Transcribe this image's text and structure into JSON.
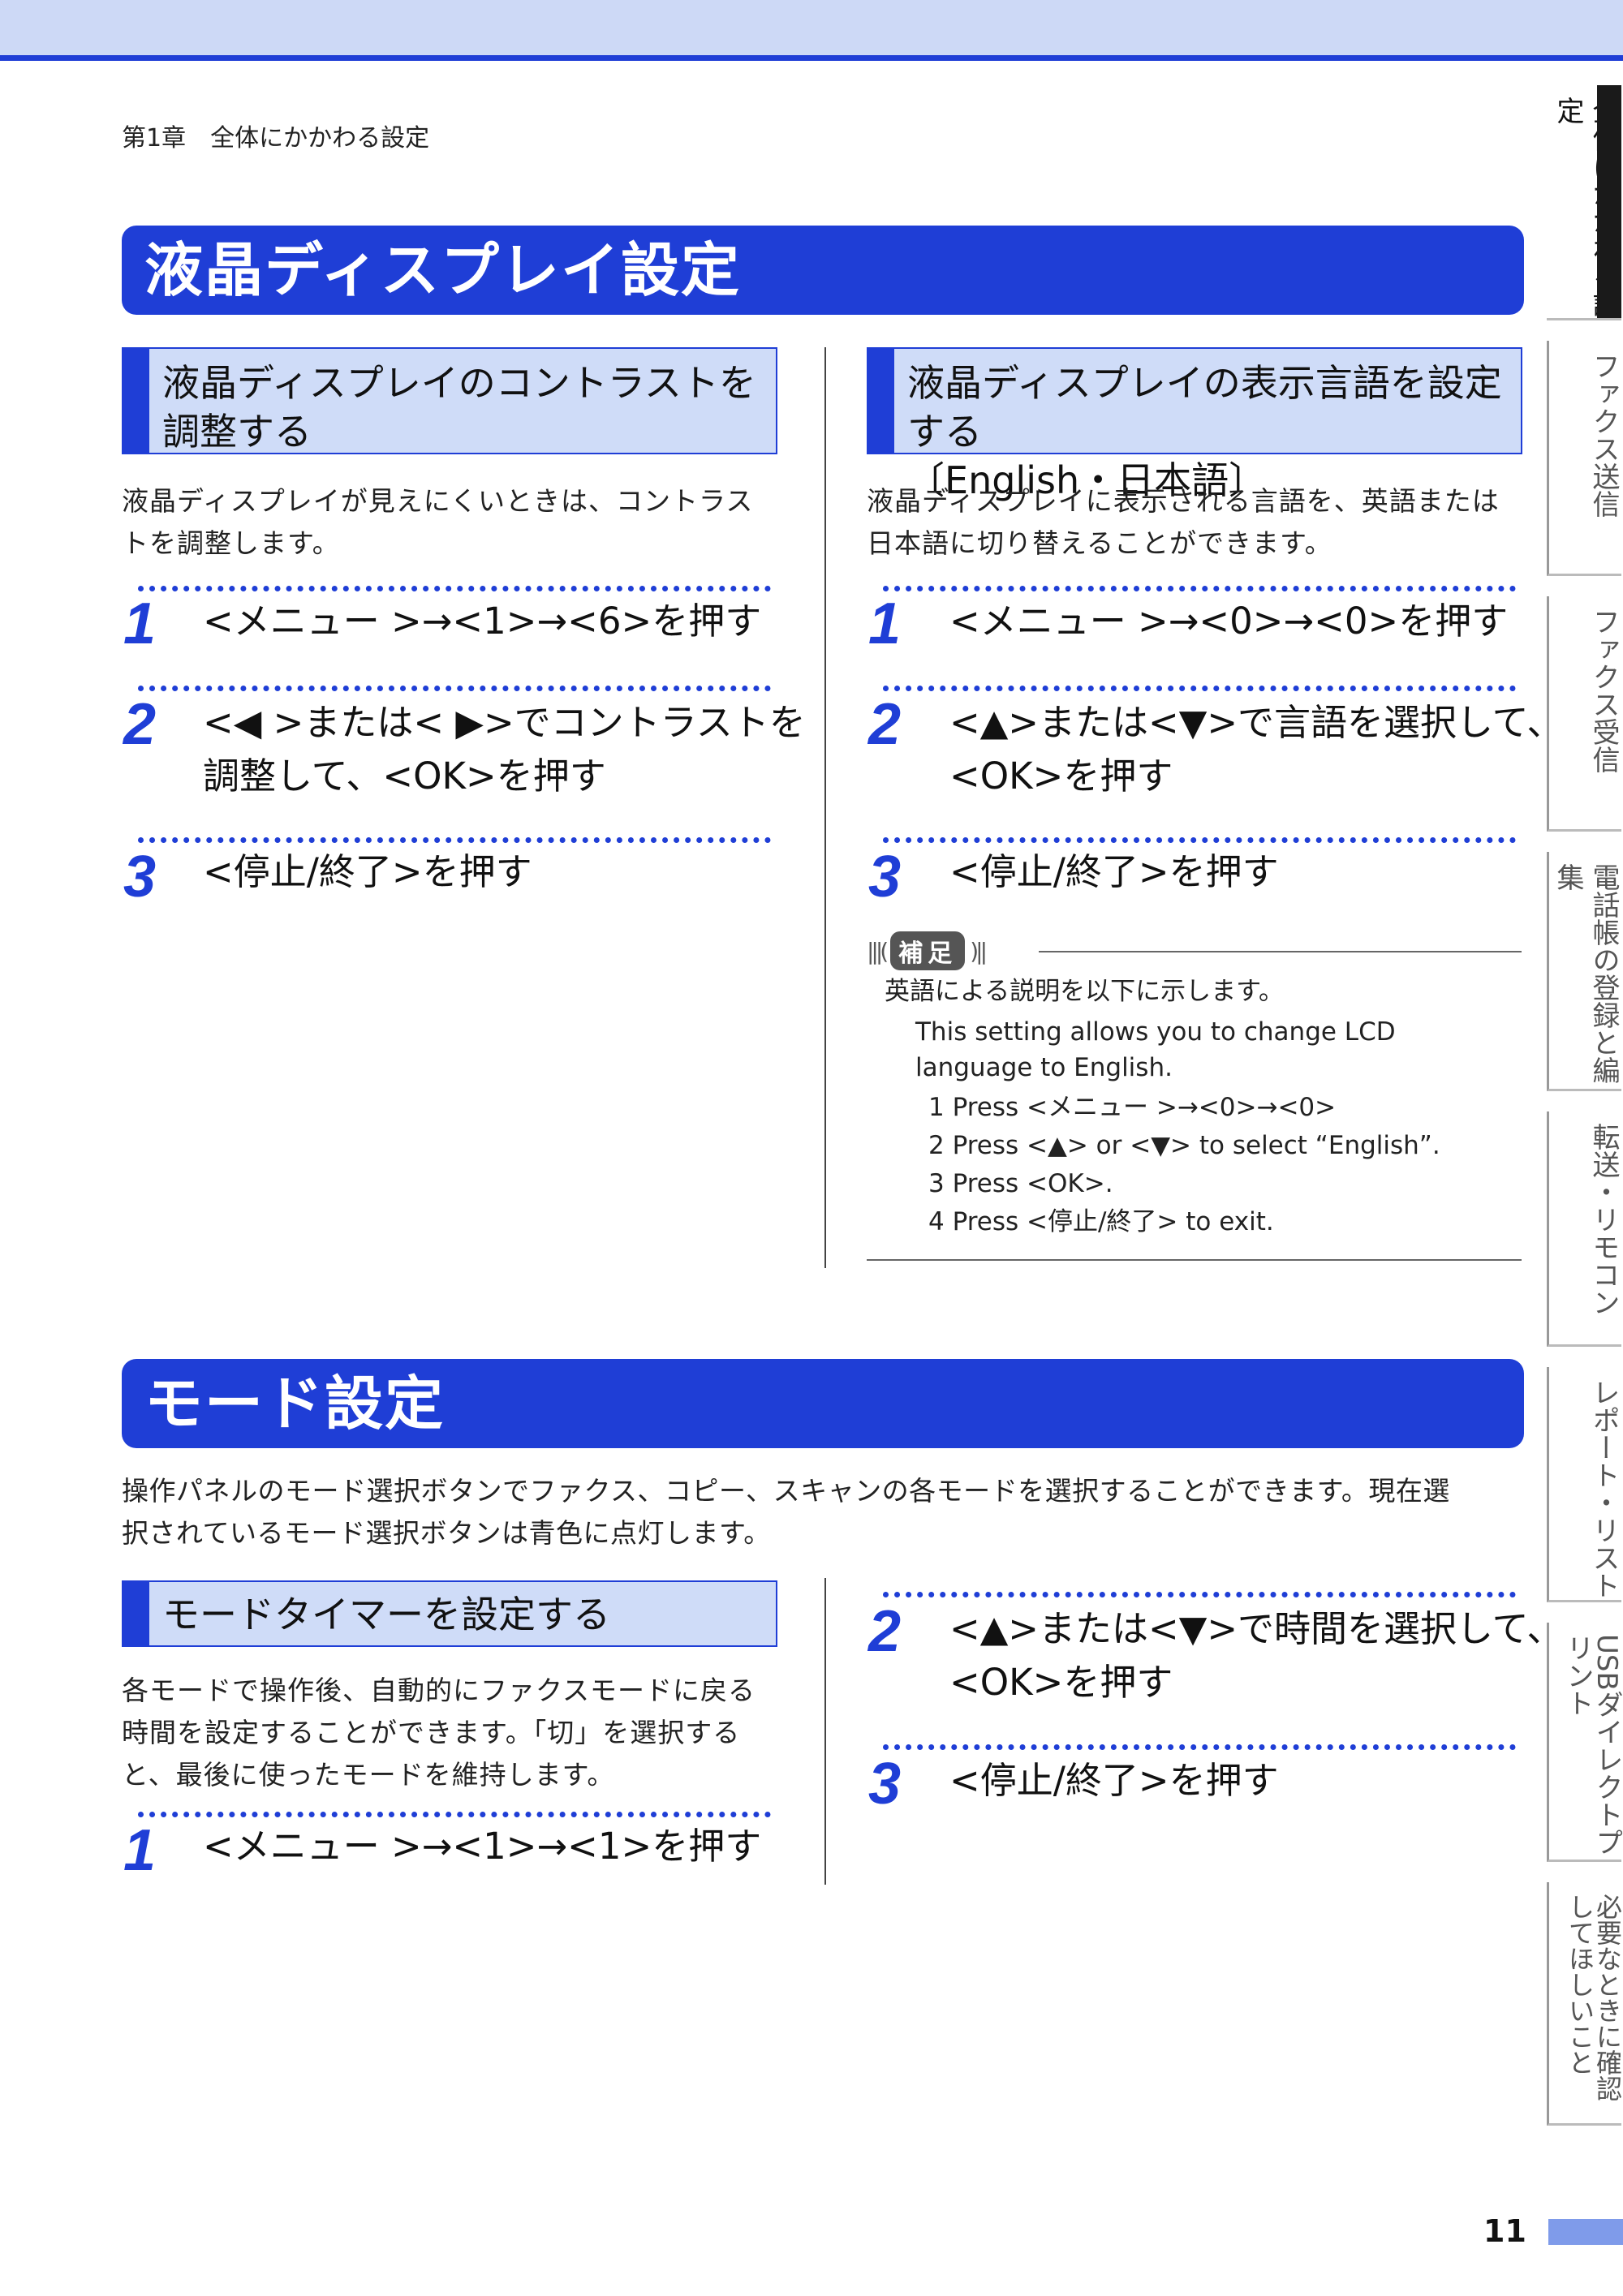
{
  "chapter": "第1章　全体にかかわる設定",
  "lcd_section": {
    "title": "液晶ディスプレイ設定",
    "contrast": {
      "title_lines": [
        "液晶ディスプレイのコントラストを",
        "調整する"
      ],
      "desc_lines": [
        "液晶ディスプレイが見えにくいときは、コントラス",
        "トを調整します。"
      ],
      "steps": [
        {
          "num": "1",
          "lines": [
            "<メニュー >→<1>→<6>を押す"
          ]
        },
        {
          "num": "2",
          "lines": [
            "<◀ >または< ▶>でコントラストを",
            "調整して、<OK>を押す"
          ]
        },
        {
          "num": "3",
          "lines": [
            "<停止/終了>を押す"
          ]
        }
      ]
    },
    "language": {
      "title_lines": [
        "液晶ディスプレイの表示言語を設定する",
        "〔English・日本語〕"
      ],
      "desc_lines": [
        "液晶ディスプレイに表示される言語を、英語または",
        "日本語に切り替えることができます。"
      ],
      "steps": [
        {
          "num": "1",
          "lines": [
            "<メニュー >→<0>→<0>を押す"
          ]
        },
        {
          "num": "2",
          "lines": [
            "<▲>または<▼>で言語を選択して、",
            "<OK>を押す"
          ]
        },
        {
          "num": "3",
          "lines": [
            "<停止/終了>を押す"
          ]
        }
      ],
      "note": {
        "label": "補足",
        "intro": "英語による説明を以下に示します。",
        "english_lines": [
          "This setting allows you to change LCD",
          "language to English."
        ],
        "list": [
          "1 Press <メニュー >→<0>→<0>",
          "2 Press <▲> or <▼> to select “English”.",
          "3 Press <OK>.",
          "4 Press <停止/終了> to exit."
        ]
      }
    }
  },
  "mode_section": {
    "title": "モード設定",
    "desc_lines": [
      "操作パネルのモード選択ボタンでファクス、コピー、スキャンの各モードを選択することができます。現在選",
      "択されているモード選択ボタンは青色に点灯します。"
    ],
    "timer": {
      "title": "モードタイマーを設定する",
      "desc_lines": [
        "各モードで操作後、自動的にファクスモードに戻る",
        "時間を設定することができます。「切」を選択する",
        "と、最後に使ったモードを維持します。"
      ],
      "steps": [
        {
          "num": "1",
          "lines": [
            "<メニュー >→<1>→<1>を押す"
          ]
        },
        {
          "num": "2",
          "lines": [
            "<▲>または<▼>で時間を選択して、",
            "<OK>を押す"
          ]
        },
        {
          "num": "3",
          "lines": [
            "<停止/終了>を押す"
          ]
        }
      ]
    }
  },
  "side_tabs": [
    "全体にかかわる設定",
    "ファクス送信",
    "ファクス受信",
    "電話帳の登録と編集",
    "転送・リモコン",
    "レポート・リスト",
    "USBダイレクトプリント",
    "必要なときに確認してほしいこと"
  ],
  "page_number": "11",
  "colors": {
    "accent": "#1f3ed6",
    "sub_bg": "#cfdcf8",
    "top_bar": "#cdd9f6"
  }
}
